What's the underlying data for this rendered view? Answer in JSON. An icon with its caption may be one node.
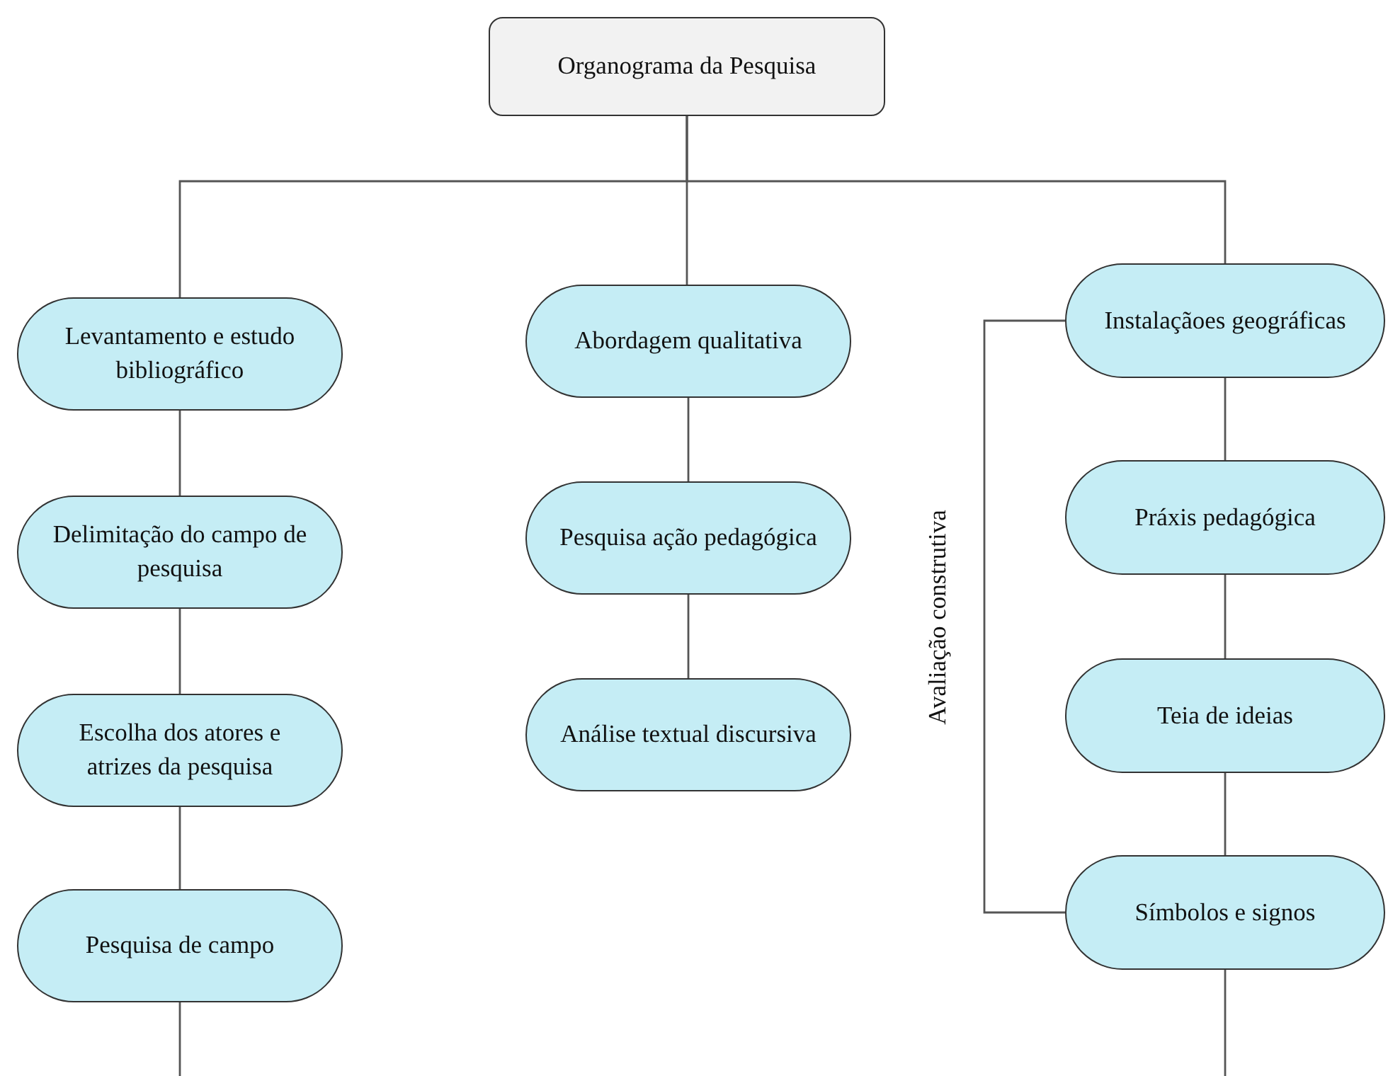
{
  "diagram": {
    "nodes": [
      {
        "text": [
          "Organograma da Pesquisa"
        ]
      },
      {
        "text": [
          "Levantamento e estudo bibliográfico"
        ]
      },
      {
        "text": [
          "Delimitação do campo de pesquisa"
        ]
      },
      {
        "text": [
          "Escolha dos atores e atrizes da pesquisa"
        ]
      },
      {
        "text": [
          "Pesquisa de campo"
        ]
      },
      {
        "text": [
          "Abordagem qualitativa"
        ]
      },
      {
        "text": [
          "Pesquisa ação pedagógica"
        ]
      },
      {
        "text": [
          "Análise textual discursiva"
        ]
      },
      {
        "text": [
          "Instalaçãoes geográficas"
        ]
      },
      {
        "text": [
          "Práxis pedagógica"
        ]
      },
      {
        "text": [
          "Teia de ideias"
        ]
      },
      {
        "text": [
          "Símbolos e signos"
        ]
      }
    ],
    "edges": [
      {
        "from": 0,
        "to": 1,
        "arrow": "none"
      },
      {
        "from": 0,
        "to": 5,
        "arrow": "none"
      },
      {
        "from": 0,
        "to": 8,
        "arrow": "none"
      },
      {
        "from": 1,
        "to": 2,
        "arrow": "none"
      },
      {
        "from": 2,
        "to": 3,
        "arrow": "none"
      },
      {
        "from": 3,
        "to": 4,
        "arrow": "none"
      },
      {
        "from": 4,
        "to": null,
        "arrow": "none"
      },
      {
        "from": 5,
        "to": 6,
        "arrow": "none"
      },
      {
        "from": 6,
        "to": 7,
        "arrow": "none"
      },
      {
        "from": 8,
        "to": 9,
        "arrow": "none"
      },
      {
        "from": 9,
        "to": 10,
        "arrow": "none"
      },
      {
        "from": 10,
        "to": 11,
        "arrow": "none"
      },
      {
        "from": 11,
        "to": null,
        "arrow": "none"
      },
      {
        "from": 8,
        "to": 11,
        "arrow": "none",
        "label": "Avaliação construtiva"
      }
    ]
  }
}
